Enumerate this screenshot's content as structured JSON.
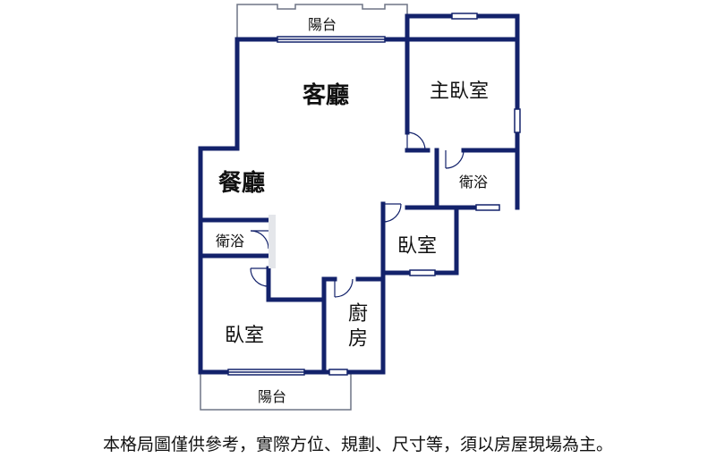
{
  "rooms": {
    "living": "客廳",
    "dining": "餐廳",
    "master_bedroom": "主臥室",
    "master_bath": "衛浴",
    "bedroom_small": "臥室",
    "bath_left": "衛浴",
    "bedroom_large": "臥室",
    "kitchen": "廚房",
    "balcony_top": "陽台",
    "balcony_bottom": "陽台"
  },
  "disclaimer": "本格局圖僅供參考，實際方位、規劃、尺寸等，須以房屋現場為主。",
  "colors": {
    "wall": "#13226b",
    "thin_line": "#6f7585",
    "window_fill": "#ffffff",
    "text": "#111111"
  }
}
